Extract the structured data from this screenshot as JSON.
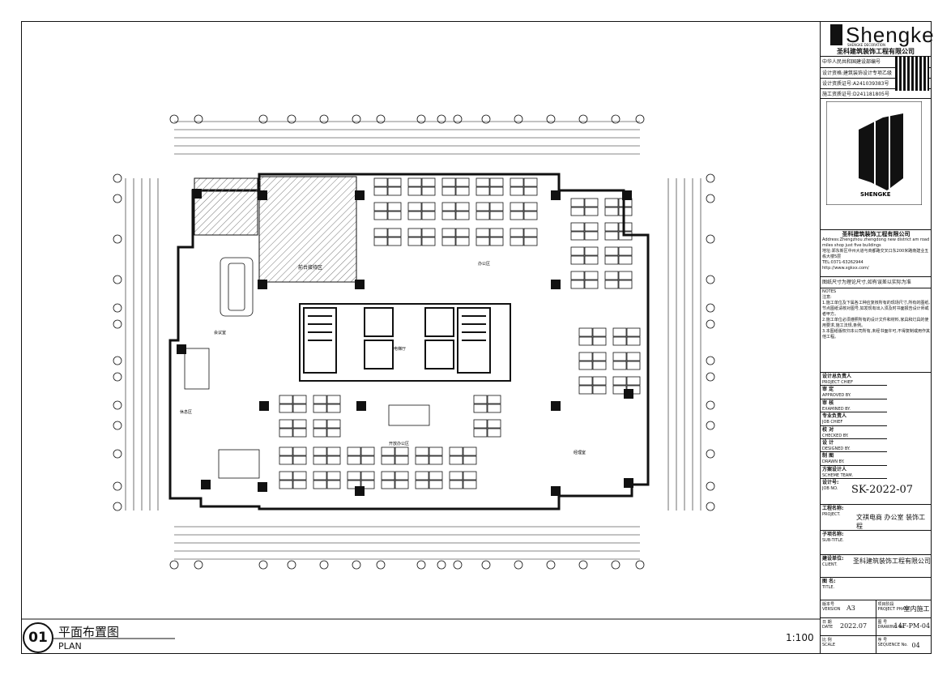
{
  "drawing": {
    "number": "01",
    "title_cn": "平面布置图",
    "title_en": "PLAN",
    "scale": "1:100",
    "room_labels": {
      "meeting_room": "会议室",
      "reception": "前台接待区",
      "elevator_hall": "电梯厅",
      "office_area": "办公区",
      "manager": "经理室",
      "open_office": "开放办公区",
      "lounge": "休息区"
    }
  },
  "titleblock": {
    "brand": "Shengke",
    "brand_sub": "SHENGKE DECORATION",
    "company_cn": "圣科建筑装饰工程有限公司",
    "cert1": "中华人民共和国建设部编号",
    "cert2": "设计资格:建筑装饰设计专项乙级",
    "cert3": "设计资质证号:A241039383号",
    "cert4": "施工资质证号:D241181805号",
    "logo_caption": "SHENGKE",
    "company_block_title": "圣科建筑装饰工程有限公司",
    "address_en": "Address:Zhengzhou zhengdong new district am road miles shop just five buildings",
    "address_cn": "地址:郑东新区中州大道与商都路交叉口东200米路南建业五栋大楼5层",
    "tel": "TEL:0371-63262944",
    "web": "http://www.xgkxx.com/",
    "disclaimer": "图纸尺寸为理论尺寸,如有误差以实际为准",
    "notes_title": "NOTES",
    "notes_cn_title": "注意:",
    "notes": [
      "1.施工单位及下属各工种应复核所有的现场尺寸,所有的图纸,节点图纸请核对图号,如发现有出入须及时书面报告设计师或者甲方。",
      "2.施工单位必须遵照所有的设计文件和材料,家具和灯具的使用要求,施工法规,条例。",
      "3.本图纸版权归本公司所有,未经书面许可,不得复制或用作其他工程。"
    ],
    "roles": [
      {
        "cn": "设计总负责人",
        "en": "PROJECT CHIEF"
      },
      {
        "cn": "审 定",
        "en": "APPROVED BY."
      },
      {
        "cn": "审 核",
        "en": "EXAMINED BY."
      },
      {
        "cn": "专业负责人",
        "en": "JOB CHIEF"
      },
      {
        "cn": "校 对",
        "en": "CHECKED BY."
      },
      {
        "cn": "设 计",
        "en": "DESIGNED BY."
      },
      {
        "cn": "制 图",
        "en": "DRAWN BY."
      },
      {
        "cn": "方案设计人",
        "en": "SCHEME TEAM."
      }
    ],
    "job_no_label": "设计号:",
    "job_no_en": "JOB NO.",
    "job_no": "SK-2022-07",
    "project_label": "工程名称:",
    "project_en": "PROJECT.",
    "project": "文祺电商 办公室 装饰工程",
    "subtitle_label": "子项名称:",
    "subtitle_en": "SUB-TITLE.",
    "client_label": "建设单位:",
    "client_en": "CLIENT.",
    "client": "圣科建筑装饰工程有限公司",
    "title_label": "图 名:",
    "title_en": "TITLE.",
    "version_label": "版本号",
    "version_en": "VERSION",
    "version": "A3",
    "phase_label": "项目阶段",
    "phase_en": "PROJECT PHASE",
    "phase": "室内施工",
    "date_label": "日 期",
    "date_en": "DATE",
    "date": "2022.07",
    "drawing_no_label": "图 号",
    "drawing_no_en": "DRAWING No.",
    "drawing_no": "14F-PM-04",
    "scale_label": "比 例",
    "scale_en": "SCALE",
    "seq_label": "序 号",
    "seq_en": "SEQUENCE No.",
    "seq": "04"
  },
  "colors": {
    "line": "#111111",
    "hatch": "#777777",
    "paper": "#ffffff"
  }
}
